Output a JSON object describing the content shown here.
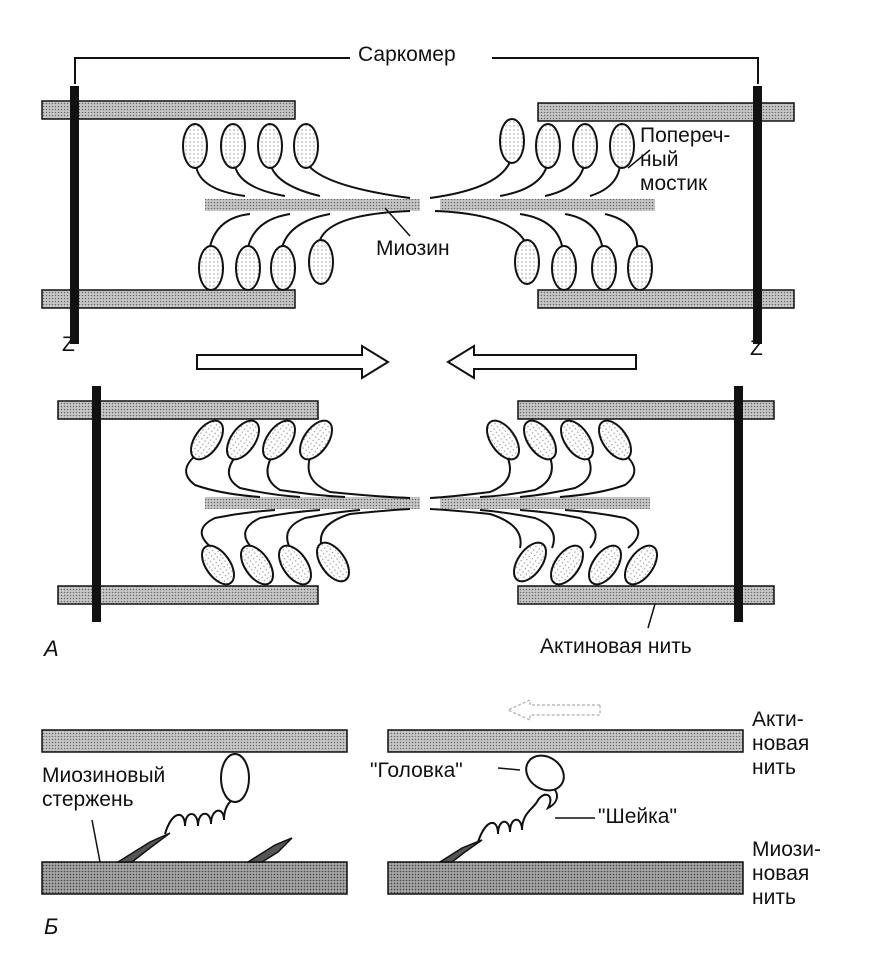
{
  "labels": {
    "sarcomere": "Саркомер",
    "cross_bridge_1": "Попереч-",
    "cross_bridge_2": "ный",
    "cross_bridge_3": "мостик",
    "myosin": "Миозин",
    "z_left": "Z",
    "z_right": "Z",
    "panel_a": "А",
    "actin_filament": "Актиновая нить",
    "panel_b": "Б",
    "myosin_rod_1": "Миозиновый",
    "myosin_rod_2": "стержень",
    "head": "\"Головка\"",
    "neck": "\"Шейка\"",
    "actin_right_1": "Акти-",
    "actin_right_2": "новая",
    "actin_right_3": "нить",
    "myosin_right_1": "Миози-",
    "myosin_right_2": "новая",
    "myosin_right_3": "нить"
  },
  "colors": {
    "ink": "#111111",
    "filament_fill": "#b4b4b4",
    "dotted": "#9a9a9a"
  }
}
